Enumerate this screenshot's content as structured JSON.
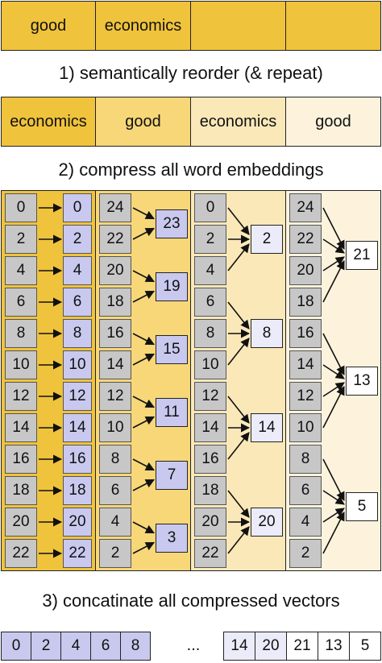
{
  "row1": [
    "good",
    "economics",
    "",
    ""
  ],
  "step1": "1) semantically reorder (& repeat)",
  "row2": [
    "economics",
    "good",
    "economics",
    "good"
  ],
  "step2": "2) compress all word embeddings",
  "panel1": {
    "left": [
      "0",
      "2",
      "4",
      "6",
      "8",
      "10",
      "12",
      "14",
      "16",
      "18",
      "20",
      "22"
    ],
    "right": [
      "0",
      "2",
      "4",
      "6",
      "8",
      "10",
      "12",
      "14",
      "16",
      "18",
      "20",
      "22"
    ]
  },
  "panel2": {
    "left": [
      "24",
      "22",
      "20",
      "18",
      "16",
      "14",
      "12",
      "10",
      "8",
      "6",
      "4",
      "2"
    ],
    "out": [
      "23",
      "19",
      "15",
      "11",
      "7",
      "3"
    ]
  },
  "panel3": {
    "left": [
      "0",
      "2",
      "4",
      "6",
      "8",
      "10",
      "12",
      "14",
      "16",
      "18",
      "20",
      "22"
    ],
    "out": [
      "2",
      "8",
      "14",
      "20"
    ]
  },
  "panel4": {
    "left": [
      "24",
      "22",
      "20",
      "18",
      "16",
      "14",
      "12",
      "10",
      "8",
      "6",
      "4",
      "2"
    ],
    "out": [
      "21",
      "13",
      "5"
    ]
  },
  "step3": "3) concatinate all compressed vectors",
  "bottom_left": [
    "0",
    "2",
    "4",
    "6",
    "8"
  ],
  "ellipsis": "...",
  "bottom_right": [
    "14",
    "20",
    "21",
    "13",
    "5"
  ],
  "colors": {
    "dark_yellow": "#f0c33c",
    "mid_yellow": "#f7d778",
    "light_yellow": "#fae8b9",
    "pale_yellow": "#fdf3dd",
    "gray": "#c7c7c7",
    "lavender": "#c9c9ef",
    "lavender_light": "#dcdcf6",
    "lavender_pale": "#ebebfa",
    "lavender_white": "#f7f7fd"
  }
}
